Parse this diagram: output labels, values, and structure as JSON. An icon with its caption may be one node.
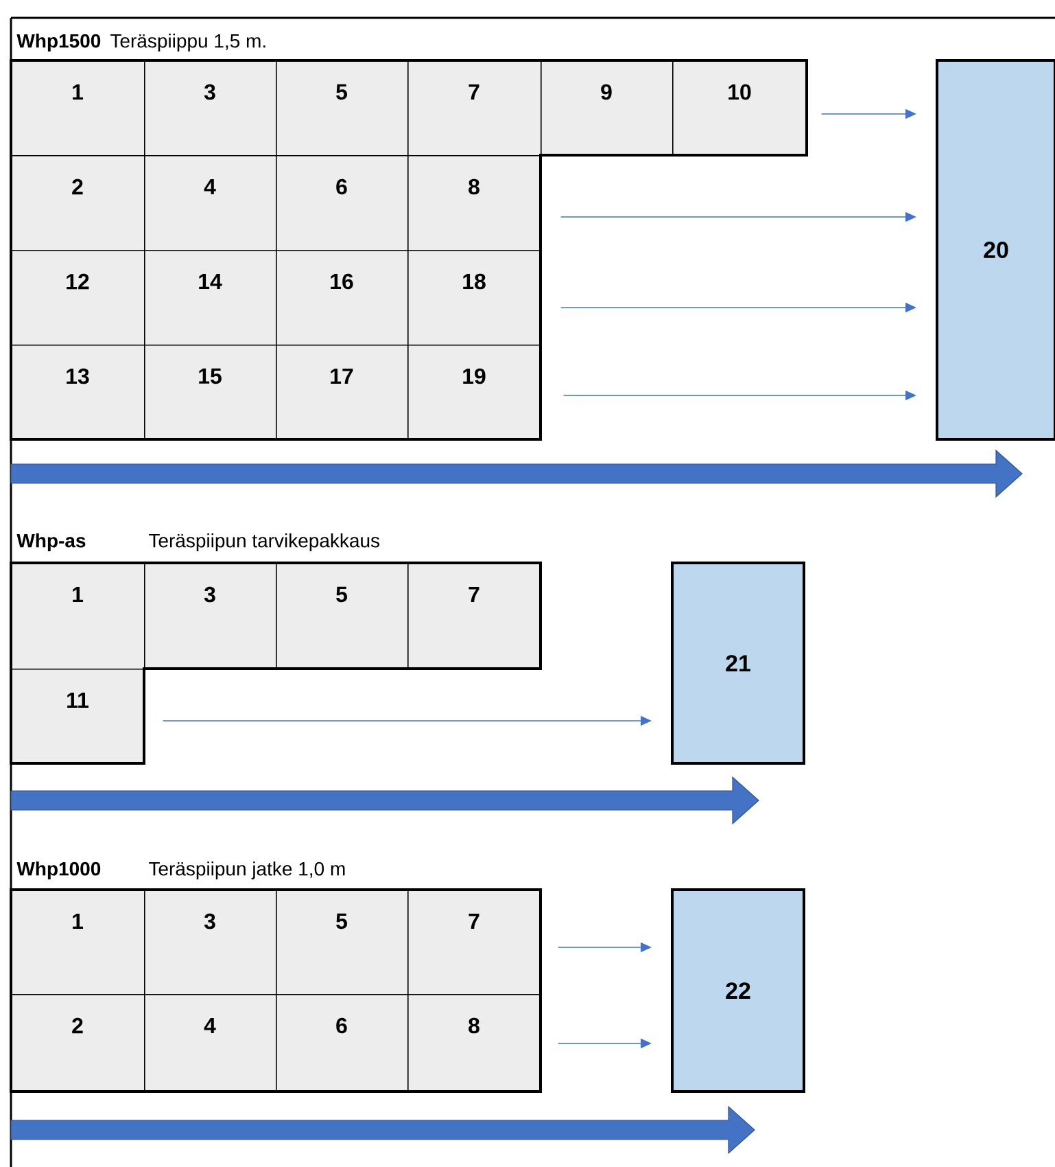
{
  "diagram": {
    "nodes": [
      {
        "text": [
          "1"
        ]
      },
      {
        "text": [
          "3"
        ]
      },
      {
        "text": [
          "5"
        ]
      },
      {
        "text": [
          "7"
        ]
      },
      {
        "text": [
          "9"
        ]
      },
      {
        "text": [
          "10"
        ]
      },
      {
        "text": [
          "2"
        ]
      },
      {
        "text": [
          "4"
        ]
      },
      {
        "text": [
          "6"
        ]
      },
      {
        "text": [
          "8"
        ]
      },
      {
        "text": [
          "12"
        ]
      },
      {
        "text": [
          "14"
        ]
      },
      {
        "text": [
          "16"
        ]
      },
      {
        "text": [
          "18"
        ]
      },
      {
        "text": [
          "13"
        ]
      },
      {
        "text": [
          "15"
        ]
      },
      {
        "text": [
          "17"
        ]
      },
      {
        "text": [
          "19"
        ]
      },
      {
        "text": [
          "20"
        ]
      },
      {
        "text": [
          "1"
        ]
      },
      {
        "text": [
          "3"
        ]
      },
      {
        "text": [
          "5"
        ]
      },
      {
        "text": [
          "7"
        ]
      },
      {
        "text": [
          "11"
        ]
      },
      {
        "text": [
          "21"
        ]
      },
      {
        "text": [
          "1"
        ]
      },
      {
        "text": [
          "3"
        ]
      },
      {
        "text": [
          "5"
        ]
      },
      {
        "text": [
          "7"
        ]
      },
      {
        "text": [
          "2"
        ]
      },
      {
        "text": [
          "4"
        ]
      },
      {
        "text": [
          "6"
        ]
      },
      {
        "text": [
          "8"
        ]
      },
      {
        "text": [
          "22"
        ]
      }
    ],
    "edges": [
      {
        "from": 5,
        "to": 18,
        "arrow": "to"
      },
      {
        "from": 9,
        "to": 18,
        "arrow": "to"
      },
      {
        "from": 13,
        "to": 18,
        "arrow": "to"
      },
      {
        "from": 17,
        "to": 18,
        "arrow": "to"
      },
      {
        "from": 23,
        "to": 24,
        "arrow": "to"
      },
      {
        "from": 28,
        "to": 33,
        "arrow": "to"
      },
      {
        "from": 32,
        "to": 33,
        "arrow": "to"
      }
    ],
    "labels": [
      "Whp1500",
      "Teräspiippu 1,5 m.",
      "Whp-as",
      "Teräspiipun tarvikepakkaus",
      "Whp1000",
      "Teräspiipun jatke 1,0 m"
    ]
  }
}
